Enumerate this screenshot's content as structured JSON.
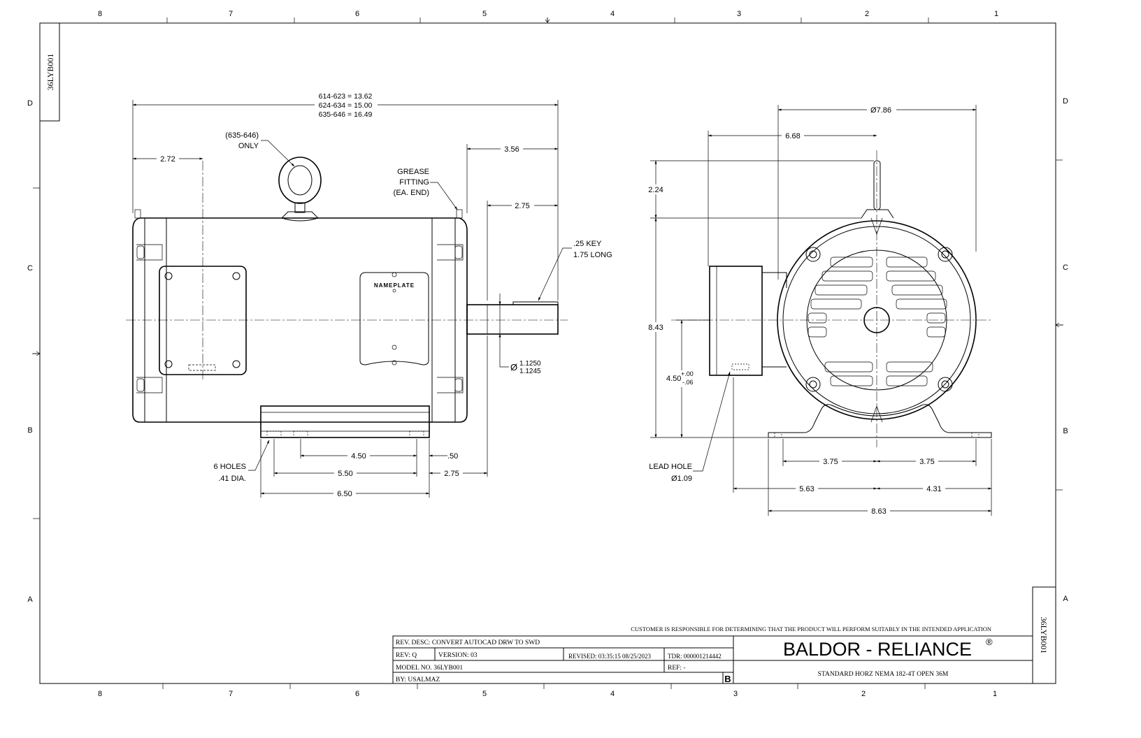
{
  "drawing_id": "36LYB001",
  "zones": {
    "columns": [
      "8",
      "7",
      "6",
      "5",
      "4",
      "3",
      "2",
      "1"
    ],
    "rows": [
      "D",
      "C",
      "B",
      "A"
    ]
  },
  "side_view": {
    "overall_length": [
      "614-623 = 13.62",
      "624-634 = 15.00",
      "635-646 = 16.49"
    ],
    "eyebolt_note": [
      "(635-646)",
      "ONLY"
    ],
    "grease_note": [
      "GREASE",
      "FITTING",
      "(EA. END)"
    ],
    "dim_2_72": "2.72",
    "dim_3_56": "3.56",
    "dim_2_75_shaft": "2.75",
    "key_note": [
      ".25 KEY",
      "1.75 LONG"
    ],
    "nameplate": "NAMEPLATE",
    "shaft_dia_symbol": "Ø",
    "shaft_dia": [
      "1.1250",
      "1.1245"
    ],
    "holes_note": [
      "6 HOLES",
      ".41 DIA."
    ],
    "dim_4_50": "4.50",
    "dim_0_50": ".50",
    "dim_5_50": "5.50",
    "dim_2_75_base": "2.75",
    "dim_6_50": "6.50"
  },
  "end_view": {
    "dia_7_86": "Ø7.86",
    "dim_6_68": "6.68",
    "dim_2_24": "2.24",
    "dim_8_43": "8.43",
    "dim_4_50": "4.50",
    "tol_plus": "+.00",
    "tol_minus": "-.06",
    "lead_hole": [
      "LEAD HOLE",
      "Ø1.09"
    ],
    "dim_3_75_left": "3.75",
    "dim_3_75_right": "3.75",
    "dim_5_63": "5.63",
    "dim_4_31": "4.31",
    "dim_8_63": "8.63"
  },
  "title_block": {
    "disclaimer": "CUSTOMER IS RESPONSIBLE FOR DETERMINING THAT THE PRODUCT WILL PERFORM SUITABLY IN THE INTENDED APPLICATION",
    "rev_desc": "REV. DESC: CONVERT AUTOCAD DRW TO SWD",
    "rev": "REV:  Q",
    "version": "VERSION:  03",
    "revised": "REVISED: 03:35:15 08/25/2023",
    "tdr": "TDR: 000001214442",
    "model_no": "MODEL NO.  36LYB001",
    "ref": "REF:  -",
    "by": "BY: USALMAZ",
    "size": "B",
    "company": "BALDOR - RELIANCE",
    "registered": "®",
    "description": "STANDARD HORZ NEMA 182-4T OPEN 36M"
  }
}
